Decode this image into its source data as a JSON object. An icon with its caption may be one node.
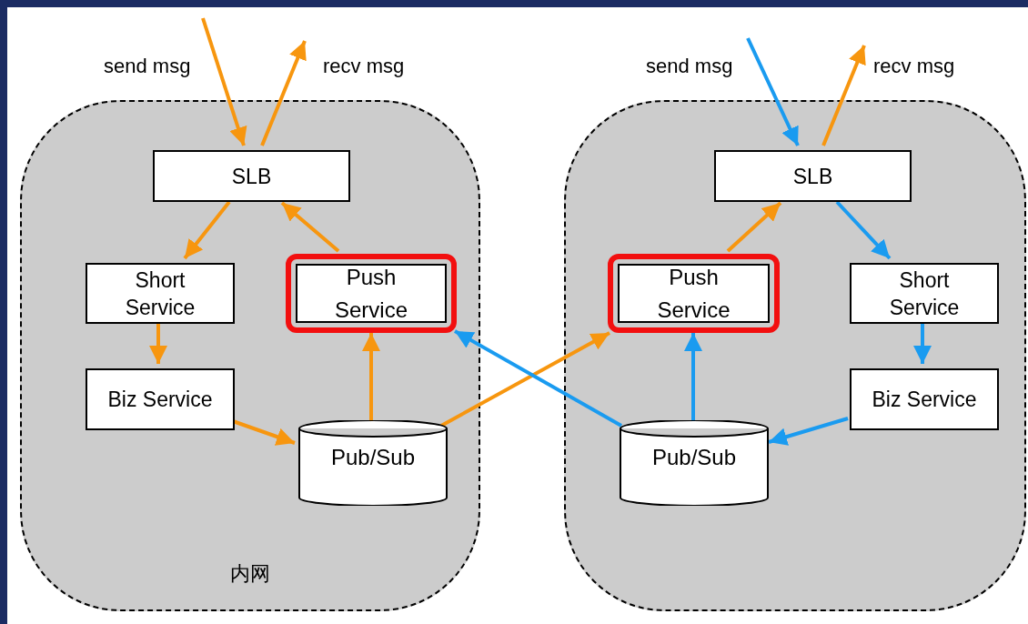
{
  "diagram": {
    "nodes": [
      {
        "text": [
          "内网"
        ]
      },
      {
        "text": [
          "SLB"
        ],
        "in": 0
      },
      {
        "text": [
          "Short Service"
        ],
        "in": 0
      },
      {
        "text": [
          "Push Service"
        ],
        "in": 0
      },
      {
        "text": [
          "Biz Service"
        ],
        "in": 0
      },
      {
        "text": [
          "Pub/Sub"
        ],
        "in": 0
      },
      {
        "text": [],
        "shape": "box"
      },
      {
        "text": [
          "SLB"
        ],
        "in": 6
      },
      {
        "text": [
          "Push Service"
        ],
        "in": 6
      },
      {
        "text": [
          "Short Service"
        ],
        "in": 6
      },
      {
        "text": [
          "Biz Service"
        ],
        "in": 6
      },
      {
        "text": [
          "Pub/Sub"
        ],
        "in": 6
      }
    ],
    "edges": [
      {
        "from": null,
        "to": 1,
        "arrow": "to",
        "label": "send msg"
      },
      {
        "from": 1,
        "to": null,
        "arrow": "to",
        "label": "recv msg"
      },
      {
        "from": 1,
        "to": 2,
        "arrow": "to"
      },
      {
        "from": 3,
        "to": 1,
        "arrow": "to"
      },
      {
        "from": 2,
        "to": 4,
        "arrow": "to"
      },
      {
        "from": 4,
        "to": 5,
        "arrow": "to"
      },
      {
        "from": 5,
        "to": 3,
        "arrow": "to"
      },
      {
        "from": 5,
        "to": 8,
        "arrow": "to"
      },
      {
        "from": null,
        "to": 7,
        "arrow": "to",
        "label": "send msg",
        "color": "#1a9bf0"
      },
      {
        "from": 7,
        "to": null,
        "arrow": "to",
        "label": "recv msg"
      },
      {
        "from": 8,
        "to": 7,
        "arrow": "to"
      },
      {
        "from": 7,
        "to": 9,
        "arrow": "to",
        "color": "#1a9bf0"
      },
      {
        "from": 9,
        "to": 10,
        "arrow": "to",
        "color": "#1a9bf0"
      },
      {
        "from": 10,
        "to": 11,
        "arrow": "to",
        "color": "#1a9bf0"
      },
      {
        "from": 11,
        "to": 8,
        "arrow": "to",
        "color": "#1a9bf0"
      },
      {
        "from": 11,
        "to": 3,
        "arrow": "to",
        "color": "#1a9bf0"
      }
    ]
  }
}
